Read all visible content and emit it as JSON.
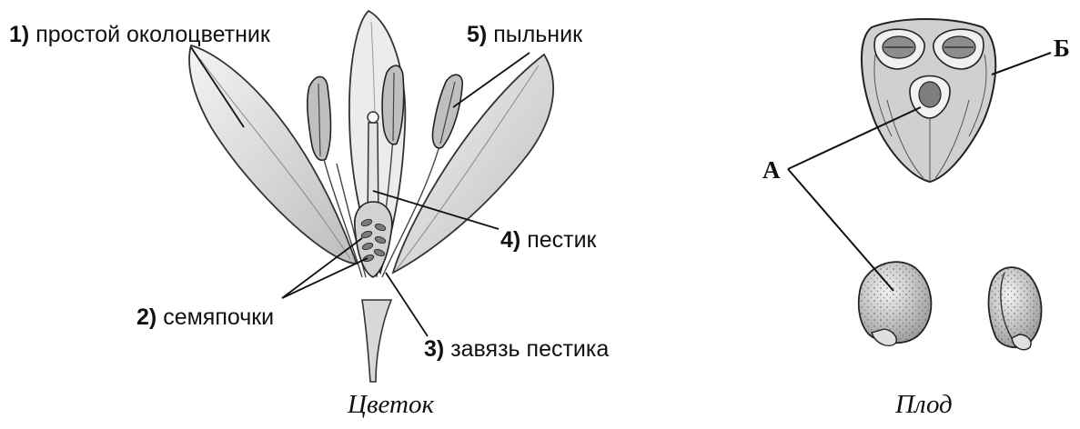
{
  "flower": {
    "labels": [
      {
        "num": "1)",
        "text": "простой околоцветник"
      },
      {
        "num": "2)",
        "text": "семяпочки"
      },
      {
        "num": "3)",
        "text": "завязь пестика"
      },
      {
        "num": "4)",
        "text": "пестик"
      },
      {
        "num": "5)",
        "text": "пыльник"
      }
    ],
    "caption": "Цветок"
  },
  "fruit": {
    "letters": {
      "a": "А",
      "b": "Б"
    },
    "caption": "Плод"
  }
}
